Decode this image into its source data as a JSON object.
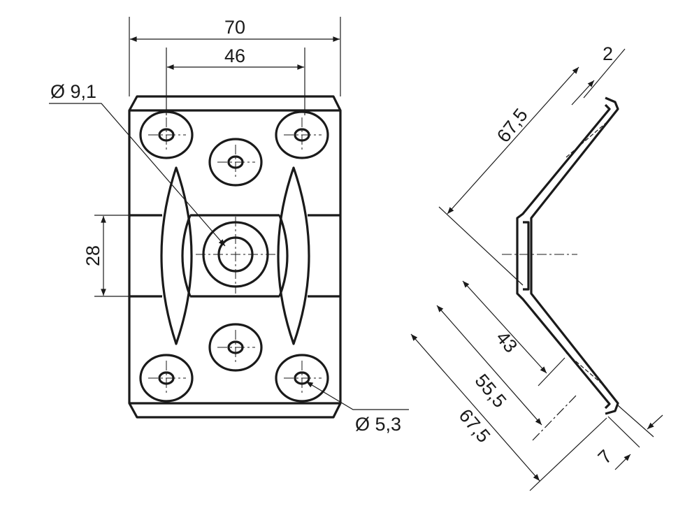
{
  "front_view": {
    "dim_width_total": "70",
    "dim_hole_spacing": "46",
    "dim_center_hole": "Ø 9,1",
    "dim_height_center": "28",
    "dim_small_hole": "Ø 5,3"
  },
  "side_view": {
    "dim_thickness": "2",
    "dim_upper_length": "67,5",
    "dim_43": "43",
    "dim_55_5": "55,5",
    "dim_lower_length": "67,5",
    "dim_7": "7"
  }
}
